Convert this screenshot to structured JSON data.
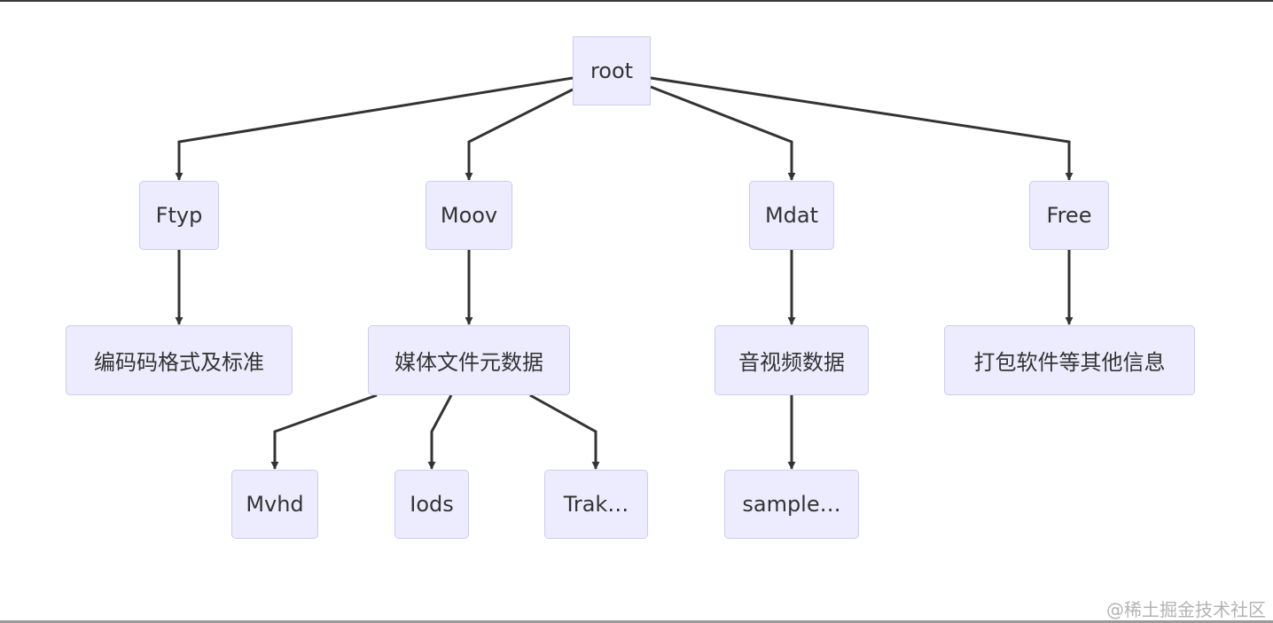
{
  "diagram": {
    "nodes": {
      "root": "root",
      "ftyp": "Ftyp",
      "moov": "Moov",
      "mdat": "Mdat",
      "free": "Free",
      "ftyp_child": "编码码格式及标准",
      "moov_child": "媒体文件元数据",
      "mdat_child": "音视频数据",
      "free_child": "打包软件等其他信息",
      "mvhd": "Mvhd",
      "iods": "Iods",
      "trak": "Trak…",
      "sample": "sample…"
    },
    "edges": [
      [
        "root",
        "ftyp"
      ],
      [
        "root",
        "moov"
      ],
      [
        "root",
        "mdat"
      ],
      [
        "root",
        "free"
      ],
      [
        "ftyp",
        "ftyp_child"
      ],
      [
        "moov",
        "moov_child"
      ],
      [
        "mdat",
        "mdat_child"
      ],
      [
        "free",
        "free_child"
      ],
      [
        "moov_child",
        "mvhd"
      ],
      [
        "moov_child",
        "iods"
      ],
      [
        "moov_child",
        "trak"
      ],
      [
        "mdat_child",
        "sample"
      ]
    ],
    "colors": {
      "node_fill": "#ececfe",
      "node_border": "#cbcbf5",
      "edge": "#333333",
      "text": "#333333"
    }
  },
  "watermark": "@稀土掘金技术社区"
}
